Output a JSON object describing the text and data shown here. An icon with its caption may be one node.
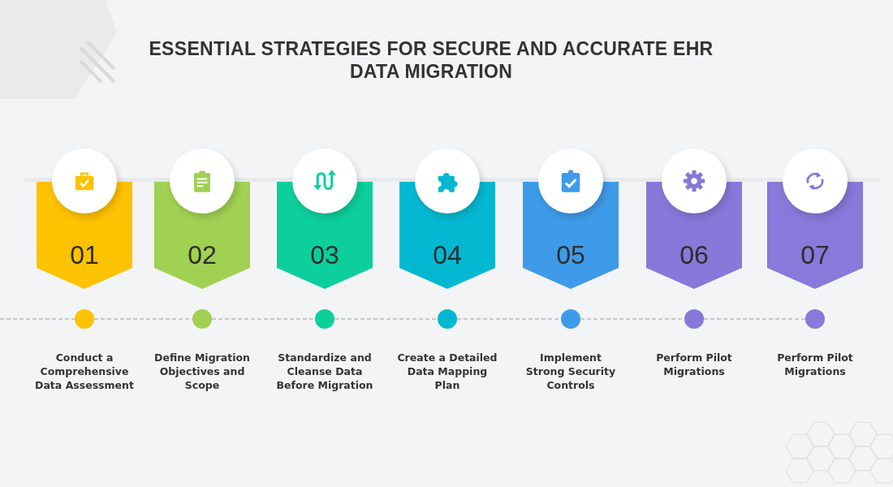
{
  "diagram": {
    "title": "ESSENTIAL STRATEGIES FOR SECURE AND ACCURATE EHR DATA MIGRATION",
    "nodes": [
      {
        "text": [
          "01"
        ]
      },
      {
        "text": [
          "02"
        ]
      },
      {
        "text": [
          "03"
        ]
      },
      {
        "text": [
          "04"
        ]
      },
      {
        "text": [
          "05"
        ]
      },
      {
        "text": [
          "06"
        ]
      },
      {
        "text": [
          "07"
        ]
      },
      {
        "text": [],
        "shape": "circle",
        "beside": [
          "Conduct a Comprehensive Data Assessment"
        ]
      },
      {
        "text": [],
        "shape": "circle",
        "beside": [
          "Define Migration Objectives and Scope"
        ]
      },
      {
        "text": [],
        "shape": "circle",
        "beside": [
          "Standardize and Cleanse Data Before Migration"
        ]
      },
      {
        "text": [],
        "shape": "circle",
        "beside": [
          "Create a Detailed Data Mapping Plan"
        ]
      },
      {
        "text": [],
        "shape": "circle",
        "beside": [
          "Implement Strong Security Controls"
        ]
      },
      {
        "text": [],
        "shape": "circle",
        "beside": [
          "Perform Pilot Migrations"
        ]
      },
      {
        "text": [],
        "shape": "circle",
        "beside": [
          "Perform Pilot Migrations"
        ]
      }
    ],
    "edges": [
      {
        "from": null,
        "to": 7,
        "arrow": "none",
        "style": "dashed"
      },
      {
        "from": 7,
        "to": 8,
        "arrow": "none",
        "style": "dashed"
      },
      {
        "from": 8,
        "to": 9,
        "arrow": "none",
        "style": "dashed"
      },
      {
        "from": 9,
        "to": 10,
        "arrow": "none",
        "style": "dashed"
      },
      {
        "from": 10,
        "to": 11,
        "arrow": "none",
        "style": "dashed"
      },
      {
        "from": 11,
        "to": 12,
        "arrow": "none",
        "style": "dashed"
      },
      {
        "from": 12,
        "to": 13,
        "arrow": "none",
        "style": "dashed"
      }
    ]
  }
}
